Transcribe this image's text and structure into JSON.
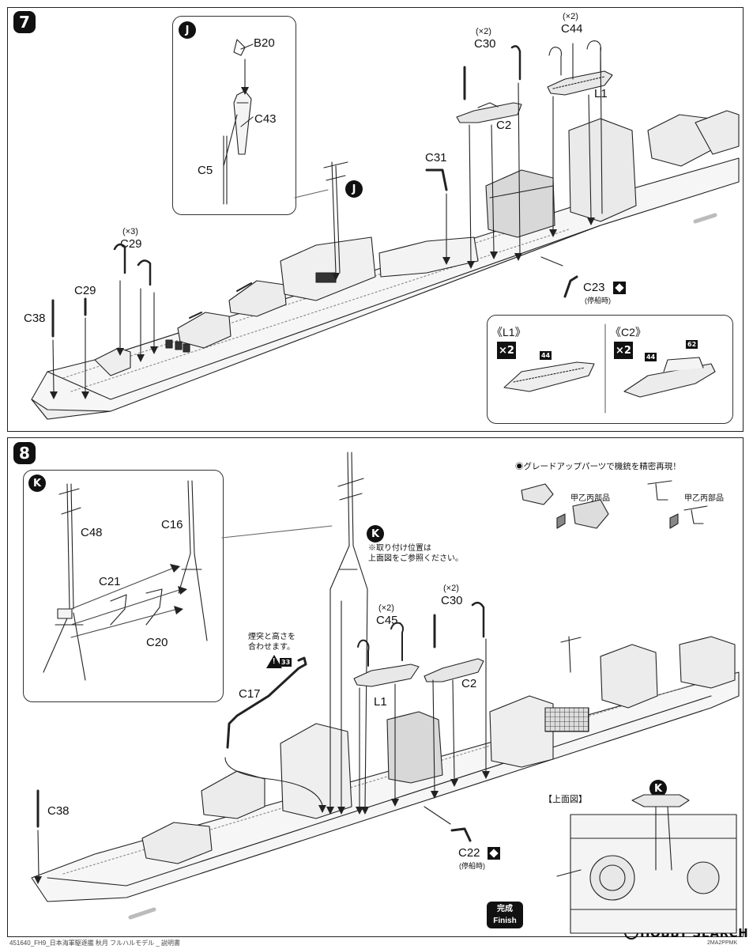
{
  "step7": {
    "number": "7",
    "callout_j": "J",
    "parts": {
      "b20": "B20",
      "c43": "C43",
      "c5": "C5",
      "c30": "C30",
      "c30_qty": "(×2)",
      "c44": "C44",
      "c44_qty": "(×2)",
      "l1": "L1",
      "c2": "C2",
      "c31": "C31",
      "c29a": "C29",
      "c29a_qty": "(×3)",
      "c29b": "C29",
      "c38": "C38",
      "c23": "C23",
      "c23_note": "(停船時)"
    },
    "detail": {
      "l1_title": "《L1》",
      "c2_title": "《C2》",
      "x2_a": "×2",
      "x2_b": "×2",
      "tag_44a": "44",
      "tag_44b": "44",
      "tag_62": "62"
    }
  },
  "step8": {
    "number": "8",
    "callout_k": "K",
    "callout_k2": "K",
    "parts": {
      "c48": "C48",
      "c16": "C16",
      "c21": "C21",
      "c20": "C20",
      "c17": "C17",
      "c45": "C45",
      "c45_qty": "(×2)",
      "c30": "C30",
      "c30_qty": "(×2)",
      "c2": "C2",
      "l1": "L1",
      "c38": "C38",
      "c22": "C22",
      "c22_note": "(停船時)"
    },
    "notes": {
      "mount_line1": "※取り付け位置は",
      "mount_line2": "上面図をご参照ください。",
      "funnel_line1": "煙突と高さを",
      "funnel_line2": "合わせます。",
      "tag_33": "33",
      "upgrade": "◉グレードアップパーツで機銃を精密再現！",
      "upgrade_part_a": "甲乙丙部品",
      "upgrade_part_b": "甲乙丙部品",
      "top_view": "【上面図】"
    },
    "finish_jp": "完成",
    "finish_en": "Finish"
  },
  "footer": {
    "left": "451640_FH9_日本海軍駆逐艦 秋月 フルハルモデル _ 説明書",
    "right": "2MA2PPMK",
    "watermark": "HOBBY SEARCH"
  }
}
